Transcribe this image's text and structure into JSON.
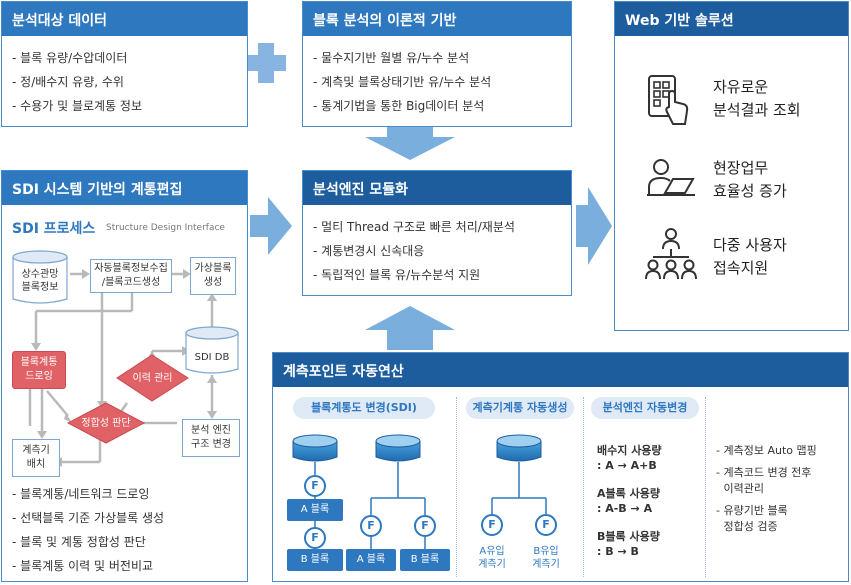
{
  "panels": {
    "data_targets": {
      "title": "분석대상 데이터",
      "items": [
        "블록 유량/수압데이터",
        "정/배수지 유량, 수위",
        "수용가 및 블로계통 정보"
      ]
    },
    "theory": {
      "title": "블록 분석의 이론적 기반",
      "items": [
        "물수지기반 월별 유/누수 분석",
        "계측및 블록상태기반 유/누수 분석",
        "통계기법을 통한 Big데이터 분석"
      ]
    },
    "web": {
      "title": "Web 기반 솔루션",
      "features": [
        {
          "icon": "tablet-touch-icon",
          "line1": "자유로운",
          "line2": "분석결과 조회"
        },
        {
          "icon": "worker-laptop-icon",
          "line1": "현장업무",
          "line2": "효율성 증가"
        },
        {
          "icon": "users-network-icon",
          "line1": "다중 사용자",
          "line2": "접속지원"
        }
      ]
    },
    "sdi": {
      "title": "SDI 시스템 기반의 계통편집",
      "process_title": "SDI 프로세스",
      "process_subtitle": "Structure Design Interface",
      "nodes": {
        "water_db": "상수관망\n블록정보",
        "auto_collect": "자동블록정보수집\n/블록코드생성",
        "virtual_block": "가상블록\n생성",
        "block_drawing": "블록계통\n드로잉",
        "history": "이력 관리",
        "sdi_db": "SDI DB",
        "consistency": "정합성 판단",
        "meter_place": "계측기\n배치",
        "engine_change": "분석 엔진\n구조 변경"
      },
      "items": [
        "블록계통/네트워크 드로잉",
        "선택블록 기준 가상블록 생성",
        "블록 및 계통 정합성 판단",
        "블록계통 이력 및 버전비교"
      ]
    },
    "engine": {
      "title": "분석엔진 모듈화",
      "items": [
        "멀티 Thread 구조로 빠른 처리/재분석",
        "계통변경시 신속대응",
        "독립적인 블록 유/뉴수분석 지원"
      ]
    },
    "metering": {
      "title": "계측포인트 자동연산",
      "tags": [
        "블록계통도 변경(SDI)",
        "계측기계통 자동생성",
        "분석엔진 자동변경"
      ],
      "node_f": "F",
      "block_a": "A 블록",
      "block_b": "B 블록",
      "meter_a": "A유입\n계측기",
      "meter_b": "B유입\n계측기",
      "calcs": [
        {
          "title": "배수지 사용량",
          "formula": ": A → A+B"
        },
        {
          "title": "A블록 사용량",
          "formula": ": A-B → A"
        },
        {
          "title": "B블록 사용량",
          "formula": ": B → B"
        }
      ],
      "items": [
        "계측정보 Auto 맵핑",
        "계측코드 변경 전후\n이력관리",
        "유량기반 블록\n정합성 검증"
      ]
    }
  }
}
